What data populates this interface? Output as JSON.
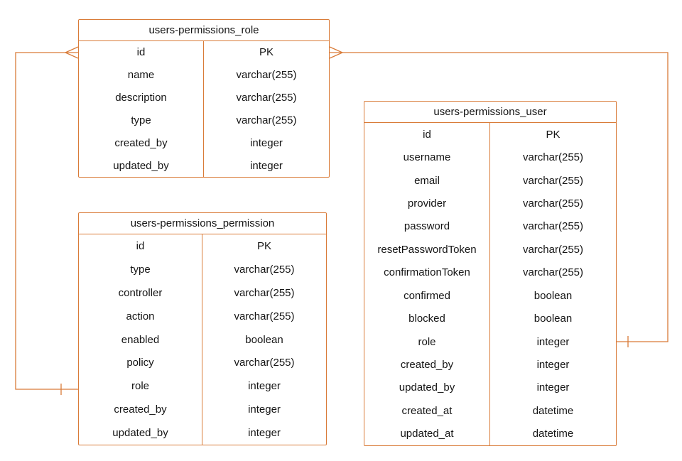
{
  "diagram": {
    "kind": "entity-relationship-diagram",
    "tables": [
      {
        "name": "users-permissions_role",
        "fields": [
          {
            "name": "id",
            "type": "PK"
          },
          {
            "name": "name",
            "type": "varchar(255)"
          },
          {
            "name": "description",
            "type": "varchar(255)"
          },
          {
            "name": "type",
            "type": "varchar(255)"
          },
          {
            "name": "created_by",
            "type": "integer"
          },
          {
            "name": "updated_by",
            "type": "integer"
          }
        ]
      },
      {
        "name": "users-permissions_permission",
        "fields": [
          {
            "name": "id",
            "type": "PK"
          },
          {
            "name": "type",
            "type": "varchar(255)"
          },
          {
            "name": "controller",
            "type": "varchar(255)"
          },
          {
            "name": "action",
            "type": "varchar(255)"
          },
          {
            "name": "enabled",
            "type": "boolean"
          },
          {
            "name": "policy",
            "type": "varchar(255)"
          },
          {
            "name": "role",
            "type": "integer"
          },
          {
            "name": "created_by",
            "type": "integer"
          },
          {
            "name": "updated_by",
            "type": "integer"
          }
        ]
      },
      {
        "name": "users-permissions_user",
        "fields": [
          {
            "name": "id",
            "type": "PK"
          },
          {
            "name": "username",
            "type": "varchar(255)"
          },
          {
            "name": "email",
            "type": "varchar(255)"
          },
          {
            "name": "provider",
            "type": "varchar(255)"
          },
          {
            "name": "password",
            "type": "varchar(255)"
          },
          {
            "name": "resetPasswordToken",
            "type": "varchar(255)"
          },
          {
            "name": "confirmationToken",
            "type": "varchar(255)"
          },
          {
            "name": "confirmed",
            "type": "boolean"
          },
          {
            "name": "blocked",
            "type": "boolean"
          },
          {
            "name": "role",
            "type": "integer"
          },
          {
            "name": "created_by",
            "type": "integer"
          },
          {
            "name": "updated_by",
            "type": "integer"
          },
          {
            "name": "created_at",
            "type": "datetime"
          },
          {
            "name": "updated_at",
            "type": "datetime"
          }
        ]
      }
    ],
    "relationships": [
      {
        "from": "users-permissions_role",
        "from_field": "id",
        "from_marker": "many",
        "to": "users-permissions_permission",
        "to_field": "role",
        "to_marker": "one"
      },
      {
        "from": "users-permissions_role",
        "from_field": "id",
        "from_marker": "many",
        "to": "users-permissions_user",
        "to_field": "role",
        "to_marker": "one"
      }
    ]
  },
  "colors": {
    "accent": "#D97B38",
    "text": "#151515",
    "background": "#ffffff"
  }
}
